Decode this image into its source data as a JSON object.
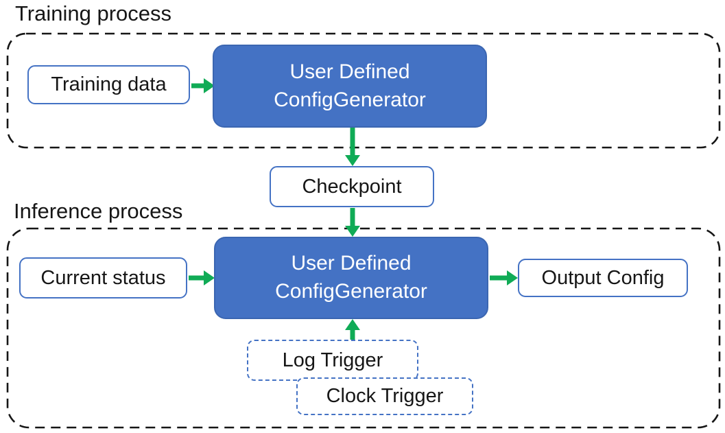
{
  "colors": {
    "node_fill_blue": "#4472C4",
    "node_border_blue": "#3B66B1",
    "arrow_green": "#10AB56",
    "container_dash_black": "#161616",
    "text_dark": "#161616",
    "text_light": "#FFFFFF"
  },
  "training": {
    "title": "Training process",
    "training_data_label": "Training data",
    "generator_line1": "User Defined",
    "generator_line2": "ConfigGenerator"
  },
  "checkpoint_label": "Checkpoint",
  "inference": {
    "title": "Inference process",
    "current_status_label": "Current status",
    "generator_line1": "User Defined",
    "generator_line2": "ConfigGenerator",
    "output_config_label": "Output Config",
    "log_trigger_label": "Log Trigger",
    "clock_trigger_label": "Clock Trigger"
  }
}
